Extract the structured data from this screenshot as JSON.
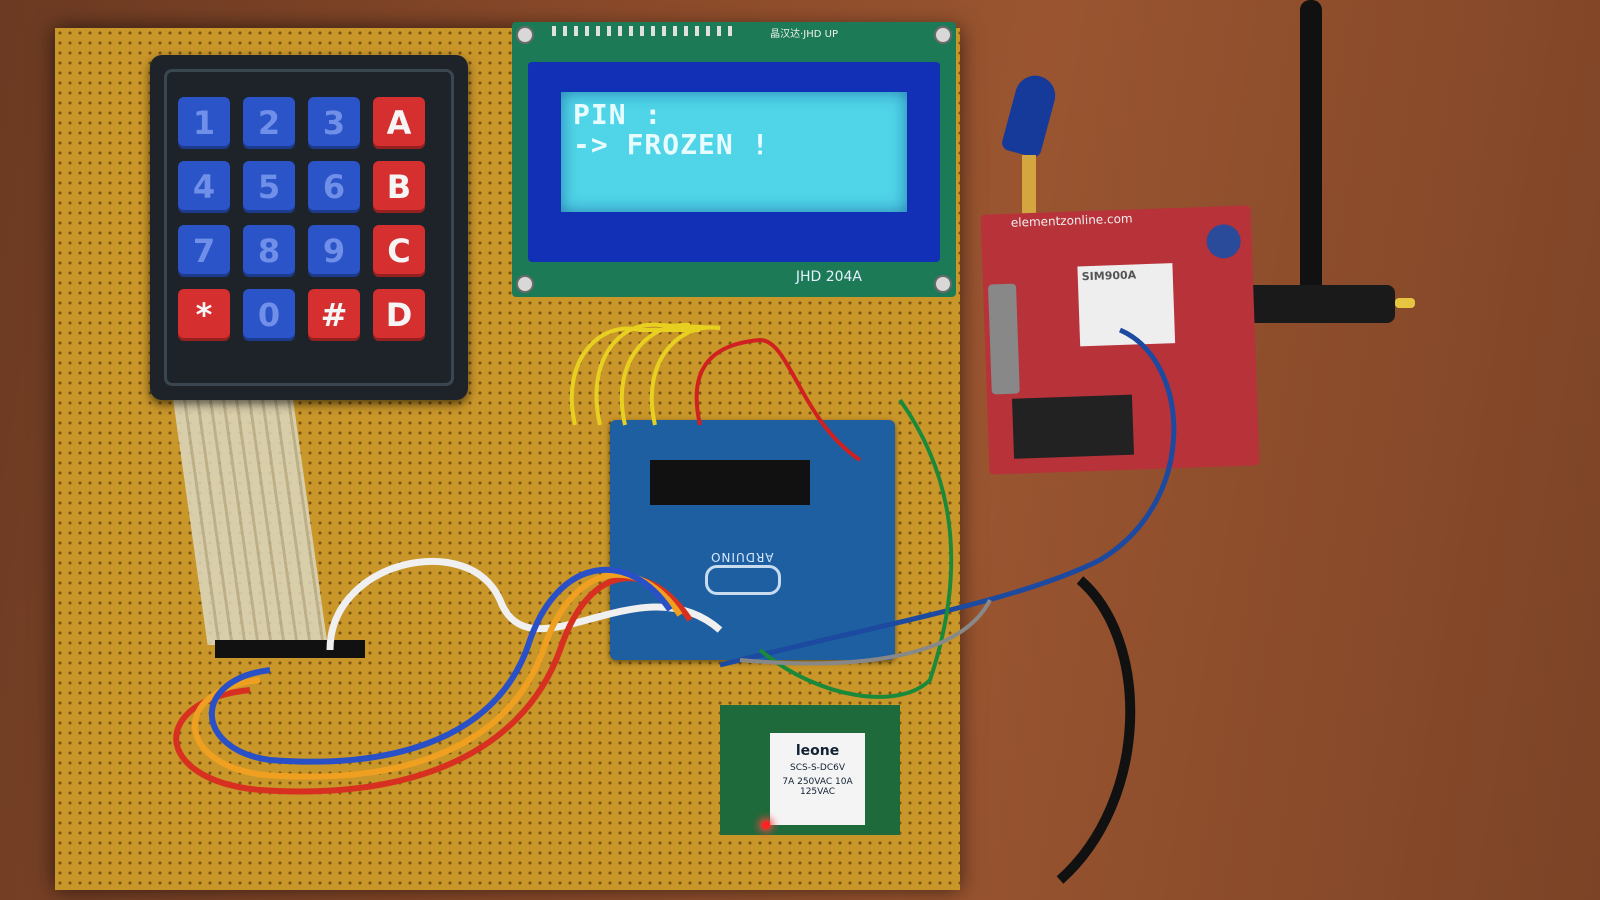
{
  "keypad": {
    "keys": [
      "1",
      "2",
      "3",
      "A",
      "4",
      "5",
      "6",
      "B",
      "7",
      "8",
      "9",
      "C",
      "*",
      "0",
      "#",
      "D"
    ]
  },
  "lcd": {
    "line1": "PIN :",
    "line2": "-> FROZEN !",
    "model": "JHD 204A",
    "brand": "晶汉达·JHD UP"
  },
  "arduino": {
    "label": "ARDUINO"
  },
  "gsm": {
    "url": "elementzonline.com",
    "module": "SIM900A"
  },
  "relay": {
    "brand": "leone",
    "model": "SCS-S-DC6V",
    "rating": "7A 250VAC 10A 125VAC"
  }
}
